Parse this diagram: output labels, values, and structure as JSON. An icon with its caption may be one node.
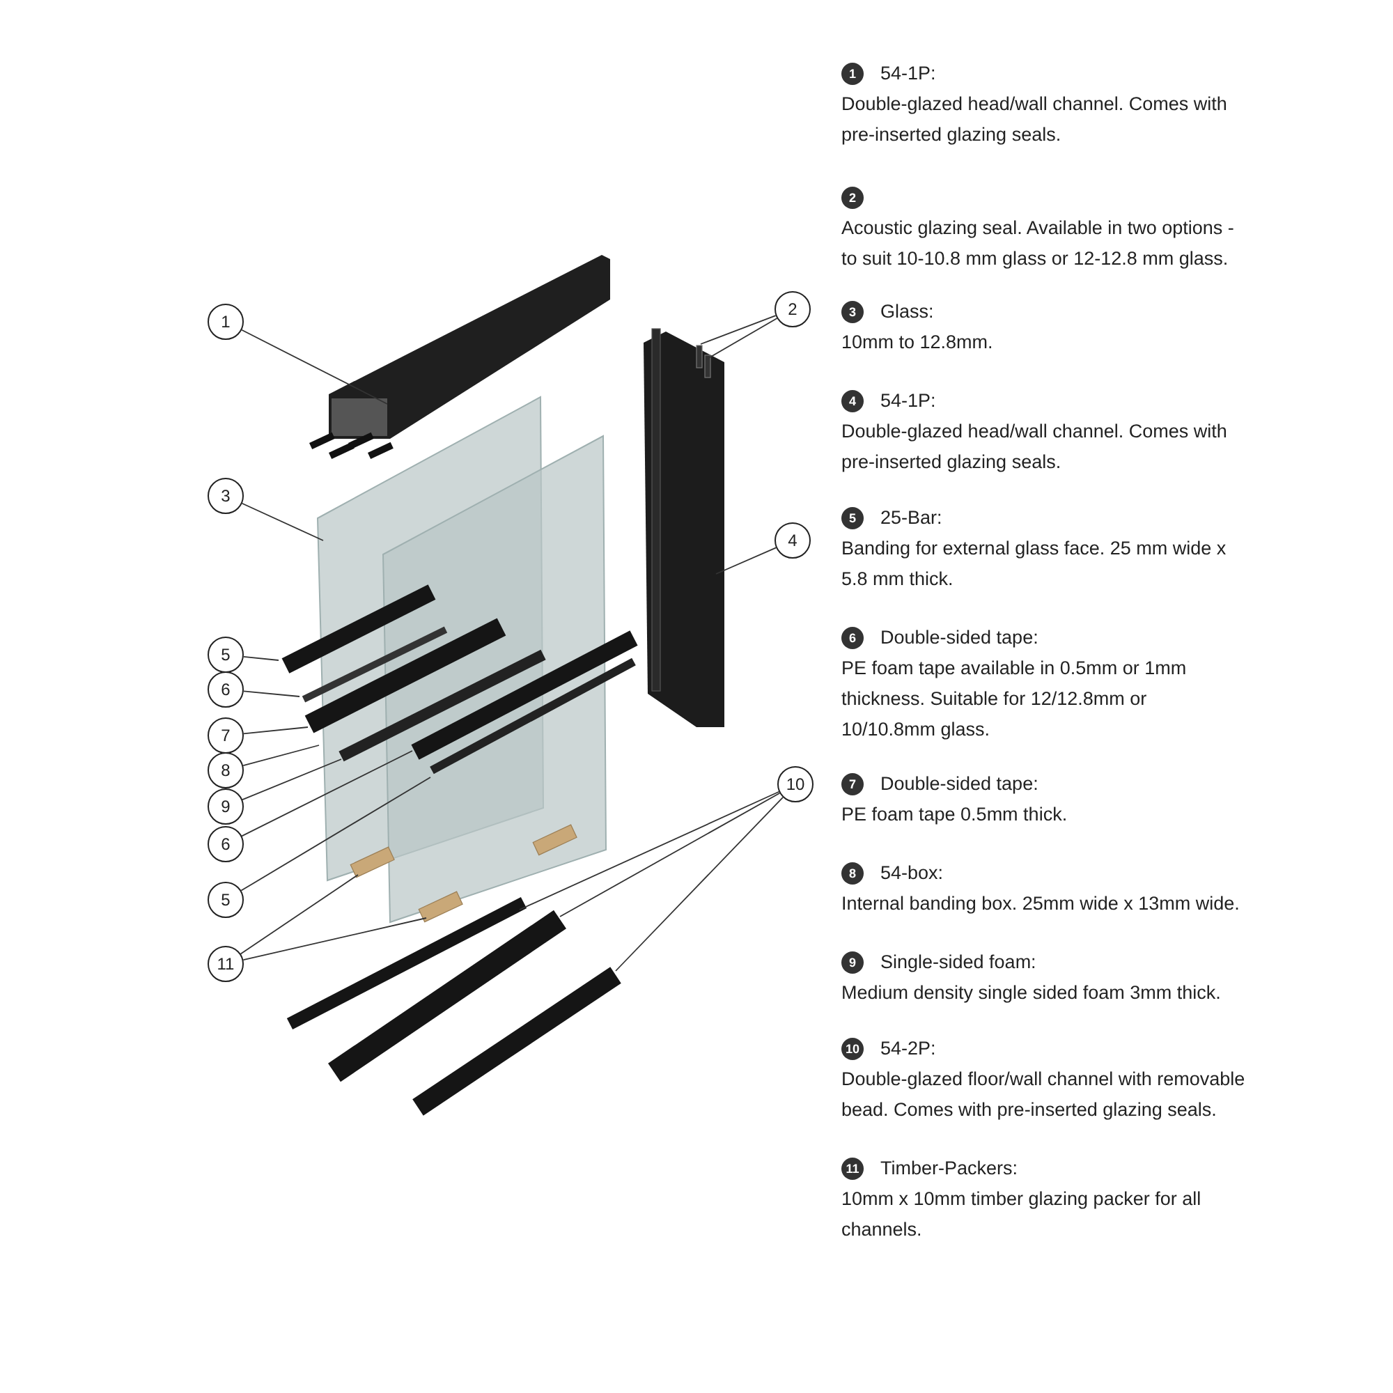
{
  "diagram": {
    "nodes": [
      {
        "text": [
          "1"
        ]
      },
      {
        "text": [
          "2"
        ]
      },
      {
        "text": [
          "3"
        ]
      },
      {
        "text": [
          "4"
        ]
      },
      {
        "text": [
          "5"
        ]
      },
      {
        "text": [
          "6"
        ]
      },
      {
        "text": [
          "7"
        ]
      },
      {
        "text": [
          "8"
        ]
      },
      {
        "text": [
          "10"
        ]
      },
      {
        "text": [
          "9"
        ]
      },
      {
        "text": [
          "6"
        ]
      },
      {
        "text": [
          "5"
        ]
      },
      {
        "text": [
          "11"
        ]
      }
    ],
    "edges": [
      {
        "from": 0,
        "to": null,
        "arrow": "none"
      },
      {
        "from": 1,
        "to": null,
        "arrow": "none"
      },
      {
        "from": 1,
        "to": null,
        "arrow": "none"
      },
      {
        "from": 2,
        "to": null,
        "arrow": "none"
      },
      {
        "from": 3,
        "to": null,
        "arrow": "none"
      },
      {
        "from": 4,
        "to": null,
        "arrow": "none"
      },
      {
        "from": 5,
        "to": null,
        "arrow": "none"
      },
      {
        "from": 6,
        "to": null,
        "arrow": "none"
      },
      {
        "from": 7,
        "to": null,
        "arrow": "none"
      },
      {
        "from": 8,
        "to": null,
        "arrow": "none"
      },
      {
        "from": 8,
        "to": null,
        "arrow": "none"
      },
      {
        "from": 8,
        "to": null,
        "arrow": "none"
      },
      {
        "from": 9,
        "to": null,
        "arrow": "none"
      },
      {
        "from": 10,
        "to": null,
        "arrow": "none"
      },
      {
        "from": 11,
        "to": null,
        "arrow": "none"
      },
      {
        "from": 12,
        "to": null,
        "arrow": "none"
      },
      {
        "from": 12,
        "to": null,
        "arrow": "none"
      }
    ],
    "labels": [
      "1",
      "54-1P:",
      "Double-glazed head/wall channel. Comes with pre-inserted glazing seals.",
      "2",
      "Acoustic glazing seal. Available in two options - to suit 10-10.8 mm glass or 12-12.8 mm glass.",
      "3",
      "Glass:",
      "10mm to 12.8mm.",
      "4",
      "54-1P:",
      "Double-glazed head/wall channel. Comes with pre-inserted glazing seals.",
      "5",
      "25-Bar:",
      "Banding for external glass face. 25 mm wide x 5.8 mm thick.",
      "6",
      "Double-sided tape:",
      "PE foam tape available in 0.5mm or 1mm thickness. Suitable for 12/12.8mm or 10/10.8mm glass.",
      "7",
      "Double-sided tape:",
      "PE foam tape 0.5mm thick.",
      "8",
      "54-box:",
      "Internal banding box. 25mm wide x 13mm wide.",
      "9",
      "Single-sided foam:",
      "Medium density single sided foam 3mm thick.",
      "10",
      "54-2P:",
      "Double-glazed floor/wall channel with removable bead. Comes with pre-inserted glazing seals.",
      "11",
      "Timber-Packers:",
      "10mm x 10mm timber glazing packer for all channels."
    ]
  }
}
